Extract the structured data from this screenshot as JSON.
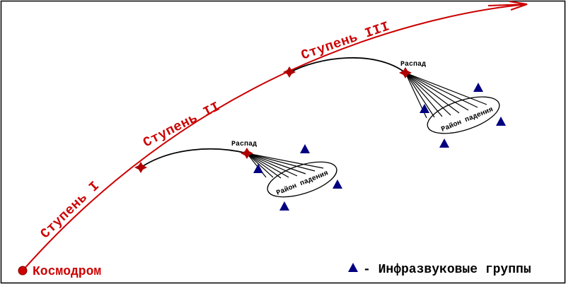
{
  "colors": {
    "trajectory": "#cc0000",
    "stage_marker": "#b00000",
    "infrasound": "#000080",
    "border": "#000000"
  },
  "stages": [
    "Ступень I",
    "Ступень II",
    "Ступень III"
  ],
  "breakup_label": "Распад",
  "impact_zone_label": "Район падения",
  "cosmodrome_label": "Космодром",
  "legend": {
    "marker_icon": "triangle-icon",
    "text": "- Инфразвуковые группы"
  }
}
